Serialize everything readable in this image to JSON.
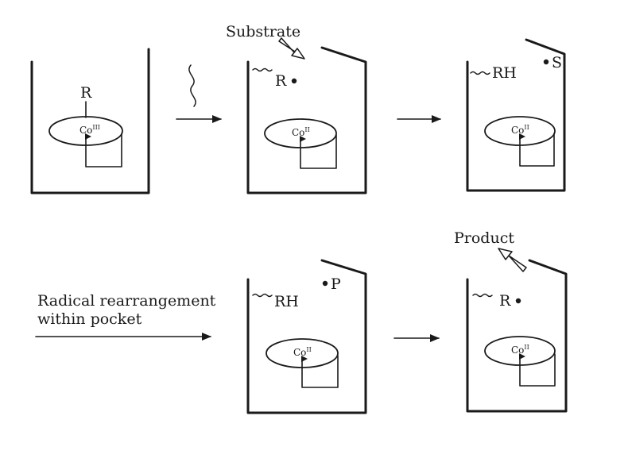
{
  "labels": {
    "substrate": "Substrate",
    "product": "Product",
    "r": "R",
    "r_dot": "R",
    "rh": "RH",
    "s_dot": "S",
    "p_dot": "P",
    "co_iii": "Co",
    "co_iii_ox": "III",
    "co_ii": "Co",
    "co_ii_ox": "II",
    "caption_line1": "Radical rearrangement",
    "caption_line2": "within pocket"
  },
  "colors": {
    "ink": "#1a1a1a",
    "background": "#ffffff"
  }
}
